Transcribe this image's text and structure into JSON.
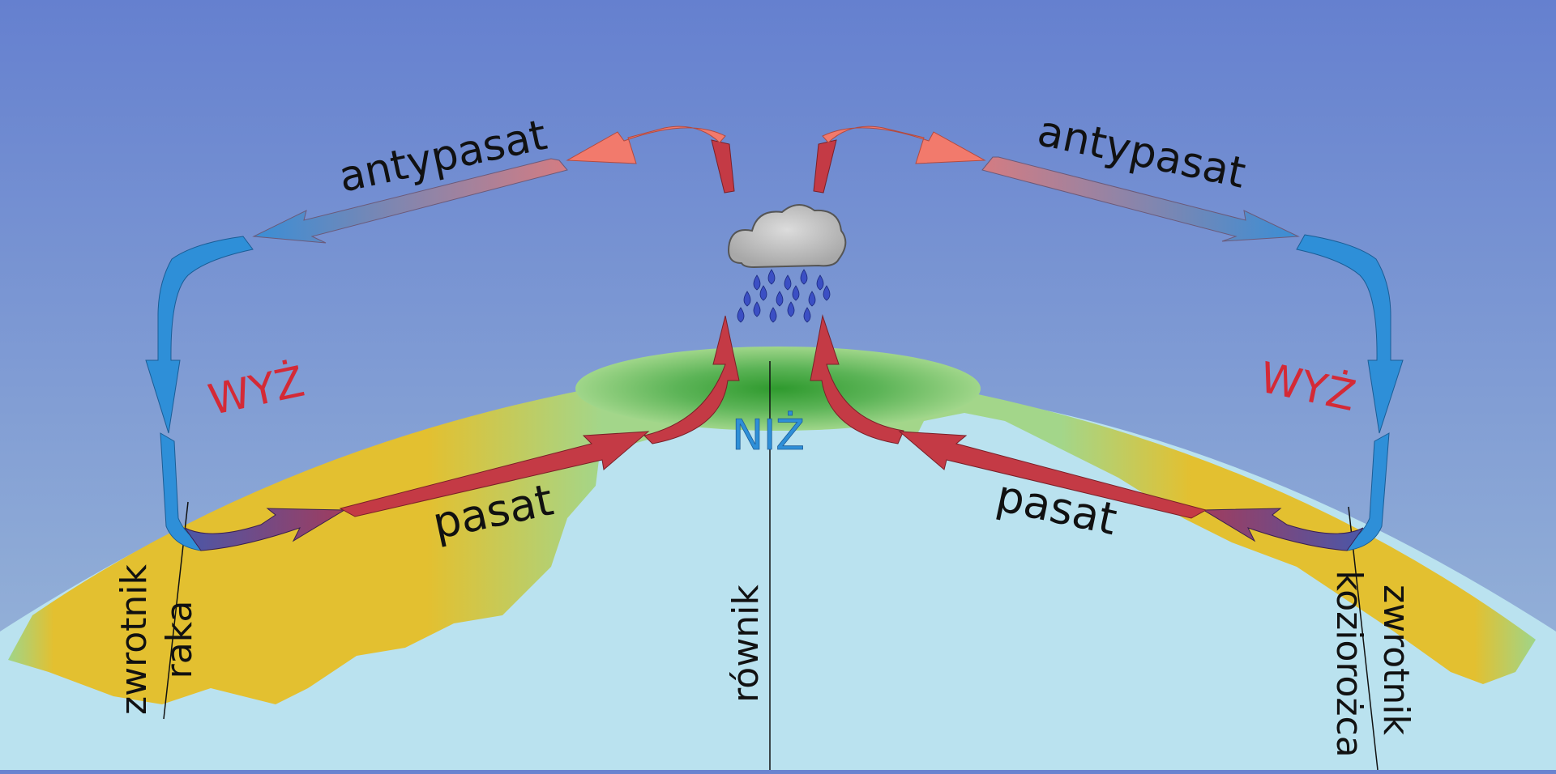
{
  "diagram": {
    "labels": {
      "antypasat_left": "antypasat",
      "antypasat_right": "antypasat",
      "wyz_left": "WYŻ",
      "wyz_right": "WYŻ",
      "niz": "NIŻ",
      "pasat_left": "pasat",
      "pasat_right": "pasat",
      "zwrotnik_raka_line1": "zwrotnik",
      "zwrotnik_raka_line2": "raka",
      "rownik": "równik",
      "zwrotnik_koziorozca_line1": "zwrotnik",
      "zwrotnik_koziorozca_line2": "koziorożca"
    },
    "icons": {
      "cloud": "cloud-icon",
      "rain": "rain-drops-icon"
    },
    "colors": {
      "sky_top": "#6580cf",
      "sky_bottom": "#95b1d8",
      "ocean": "#bae2ef",
      "desert": "#e3c030",
      "savanna": "#a0d68a",
      "rainforest": "#3aa135",
      "warm_air": "#c43a45",
      "warm_air_light": "#f27a6c",
      "cold_air": "#2e8fd8",
      "high_pressure_text": "#d42a36",
      "low_pressure_text": "#2e8fd8"
    }
  }
}
